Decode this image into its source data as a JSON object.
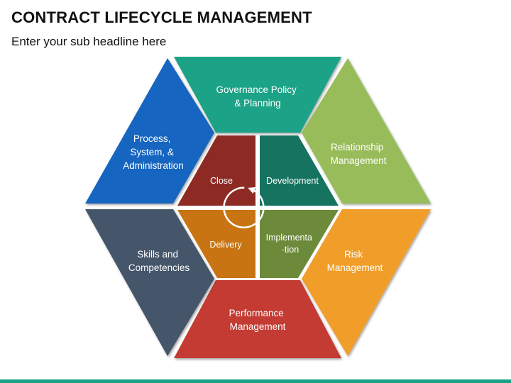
{
  "header": {
    "title": "CONTRACT LIFECYCLE MANAGEMENT",
    "subtitle": "Enter your sub headline here"
  },
  "outer_segments": [
    {
      "id": "governance",
      "lines": [
        "Governance Policy",
        "& Planning"
      ],
      "color": "#1aa286"
    },
    {
      "id": "relationship",
      "lines": [
        "Relationship",
        "Management"
      ],
      "color": "#98bc5a"
    },
    {
      "id": "risk",
      "lines": [
        "Risk",
        "Management"
      ],
      "color": "#f09d2b"
    },
    {
      "id": "performance",
      "lines": [
        "Performance",
        "Management"
      ],
      "color": "#c33b30"
    },
    {
      "id": "skills",
      "lines": [
        "Skills and",
        "Competencies"
      ],
      "color": "#44546a"
    },
    {
      "id": "process",
      "lines": [
        "Process,",
        "System, &",
        "Administration"
      ],
      "color": "#1565c0"
    }
  ],
  "inner_segments": [
    {
      "id": "close",
      "lines": [
        "Close"
      ],
      "color": "#8e2a24"
    },
    {
      "id": "development",
      "lines": [
        "Development"
      ],
      "color": "#16735f"
    },
    {
      "id": "implementation",
      "lines": [
        "Implementa",
        "-tion"
      ],
      "color": "#6d8a3b"
    },
    {
      "id": "delivery",
      "lines": [
        "Delivery"
      ],
      "color": "#c87412"
    }
  ],
  "colors": {
    "bottom_bar": "#1aa286",
    "cycle_arrow": "#ffffff"
  }
}
